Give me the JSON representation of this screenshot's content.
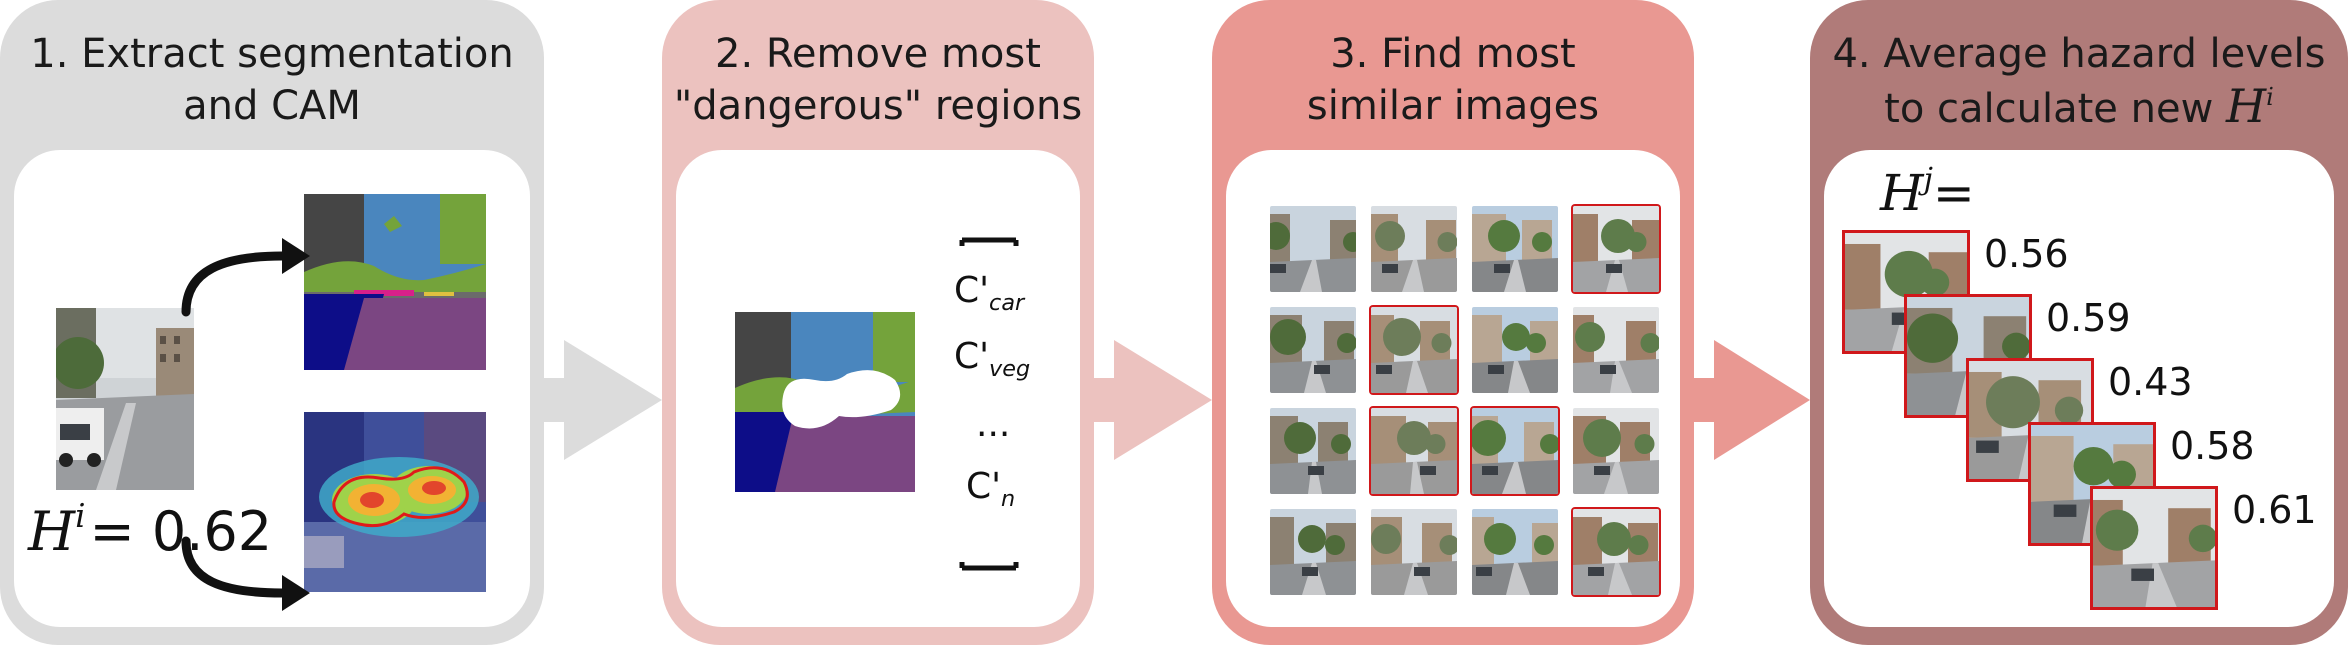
{
  "steps": [
    {
      "title_line1": "1. Extract segmentation",
      "title_line2": "and CAM"
    },
    {
      "title_line1": "2. Remove most",
      "title_line2": "\"dangerous\" regions"
    },
    {
      "title_line1": "3. Find most",
      "title_line2": "similar images"
    },
    {
      "title_line1": "4. Average hazard levels",
      "title_line2": "to calculate new "
    }
  ],
  "step1": {
    "hazard_symbol": "H",
    "hazard_sup": "i",
    "equals": "= 0.62"
  },
  "step2": {
    "vector_items": [
      {
        "base": "C'",
        "sub": "car"
      },
      {
        "base": "C'",
        "sub": "veg"
      },
      {
        "base": "...",
        "sub": ""
      },
      {
        "base": "C'",
        "sub": "n"
      }
    ]
  },
  "step4": {
    "title_symbol": "H",
    "title_sup": "i",
    "hj_symbol": "H",
    "hj_sup": "j",
    "hj_equals": "=",
    "scores": [
      "0.56",
      "0.59",
      "0.43",
      "0.58",
      "0.61"
    ]
  },
  "colors": {
    "panel1": "#dcdcdc",
    "panel2": "#ecc2bf",
    "panel3": "#e99892",
    "panel4": "#b07b79",
    "highlight_border": "#d0181b",
    "seg_sky": "#4a86be",
    "seg_building": "#454545",
    "seg_vegetation": "#74a33b",
    "seg_road": "#7b4682",
    "seg_sidewalk": "#0d0d88"
  },
  "grid_highlights": [
    [
      false,
      false,
      false,
      true
    ],
    [
      false,
      true,
      false,
      false
    ],
    [
      false,
      true,
      true,
      false
    ],
    [
      false,
      false,
      false,
      true
    ]
  ]
}
